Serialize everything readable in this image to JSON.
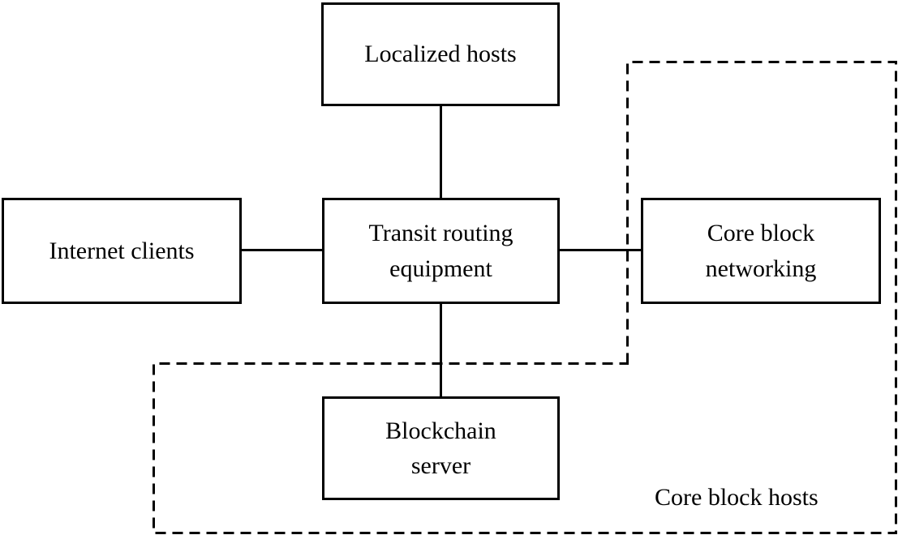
{
  "nodes": {
    "localized_hosts": {
      "label": "Localized hosts"
    },
    "internet_clients": {
      "label": "Internet clients"
    },
    "transit_routing_equipment": {
      "label": "Transit routing\nequipment"
    },
    "core_block_networking": {
      "label": "Core block\nnetworking"
    },
    "blockchain_server": {
      "label": "Blockchain\nserver"
    }
  },
  "regions": {
    "core_block_hosts": {
      "label": "Core block hosts",
      "border_style": "dashed"
    }
  },
  "edges": [
    {
      "from": "Localized hosts",
      "to": "Transit routing equipment"
    },
    {
      "from": "Internet clients",
      "to": "Transit routing equipment"
    },
    {
      "from": "Transit routing equipment",
      "to": "Core block networking"
    },
    {
      "from": "Transit routing equipment",
      "to": "Blockchain server"
    }
  ],
  "colors": {
    "stroke": "#000000",
    "background": "#ffffff",
    "text": "#000000"
  }
}
